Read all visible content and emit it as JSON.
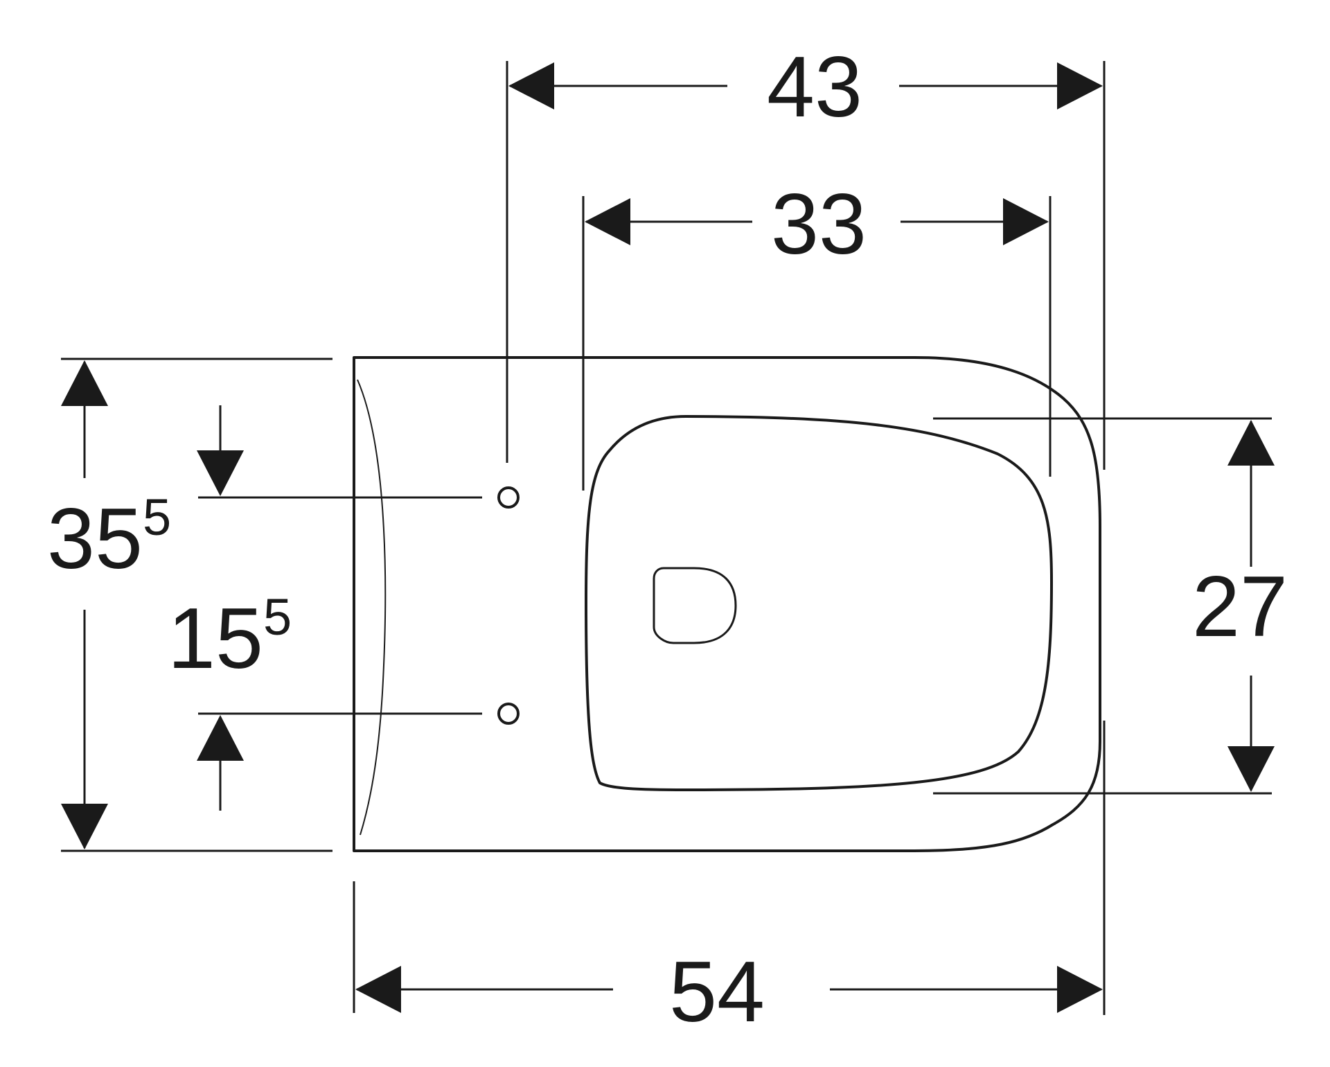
{
  "drawing": {
    "dimensions": {
      "top_width": "43",
      "inner_width": "33",
      "total_length": "54",
      "inner_depth": "27",
      "total_width_main": "35",
      "total_width_sup": "5",
      "hole_spacing_main": "15",
      "hole_spacing_sup": "5"
    },
    "colors": {
      "line": "#1a1a1a",
      "background": "#ffffff"
    }
  }
}
